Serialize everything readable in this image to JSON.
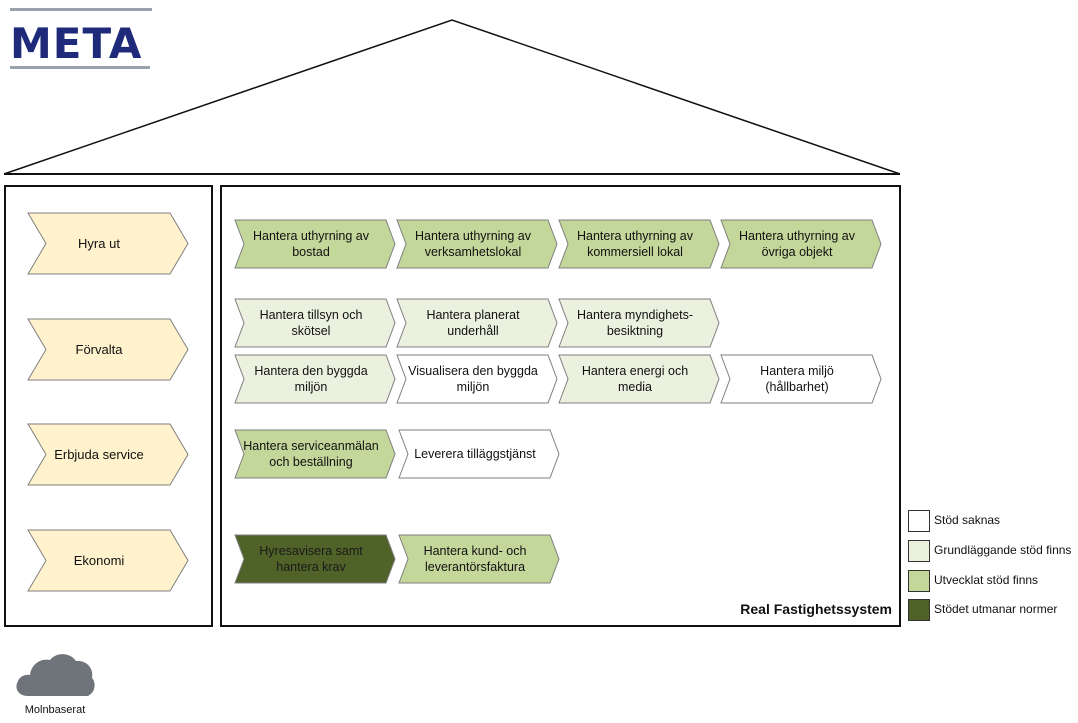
{
  "logo": {
    "text": "META"
  },
  "colors": {
    "saknas": "#ffffff",
    "grund": "#ebf1de",
    "utvecklat": "#c4d79b",
    "utmanar": "#4f6228",
    "side": "#fff2cc",
    "stroke": "#7f7f7f",
    "frame": "#111111"
  },
  "side_processes": [
    {
      "label": "Hyra ut"
    },
    {
      "label": "Förvalta"
    },
    {
      "label": "Erbjuda service"
    },
    {
      "label": "Ekonomi"
    }
  ],
  "capabilities": [
    {
      "label": "Hantera uthyrning av bostad",
      "status": "utvecklat"
    },
    {
      "label": "Hantera uthyrning av verksamhetslokal",
      "status": "utvecklat"
    },
    {
      "label": "Hantera uthyrning av kommersiell lokal",
      "status": "utvecklat"
    },
    {
      "label": "Hantera uthyrning av övriga objekt",
      "status": "utvecklat"
    },
    {
      "label": "Hantera tillsyn och skötsel",
      "status": "grund"
    },
    {
      "label": "Hantera planerat underhåll",
      "status": "grund"
    },
    {
      "label": "Hantera myndighets-besiktning",
      "status": "grund"
    },
    {
      "label": "Hantera den byggda miljön",
      "status": "grund"
    },
    {
      "label": "Visualisera den byggda miljön",
      "status": "saknas"
    },
    {
      "label": "Hantera energi och media",
      "status": "grund"
    },
    {
      "label": "Hantera miljö (hållbarhet)",
      "status": "saknas"
    },
    {
      "label": "Hantera serviceanmälan och beställning",
      "status": "utvecklat"
    },
    {
      "label": "Leverera tilläggstjänst",
      "status": "saknas"
    },
    {
      "label": "Hyresavisera samt hantera krav",
      "status": "utmanar"
    },
    {
      "label": "Hantera kund- och leverantörsfaktura",
      "status": "utvecklat"
    }
  ],
  "system_title": "Real Fastighetssystem",
  "legend": [
    {
      "label": "Stöd saknas",
      "status": "saknas"
    },
    {
      "label": "Grundläggande stöd finns",
      "status": "grund"
    },
    {
      "label": "Utvecklat stöd finns",
      "status": "utvecklat"
    },
    {
      "label": "Stödet utmanar normer",
      "status": "utmanar"
    }
  ],
  "deployment": {
    "label": "Molnbaserat",
    "icon": "cloud-icon"
  }
}
